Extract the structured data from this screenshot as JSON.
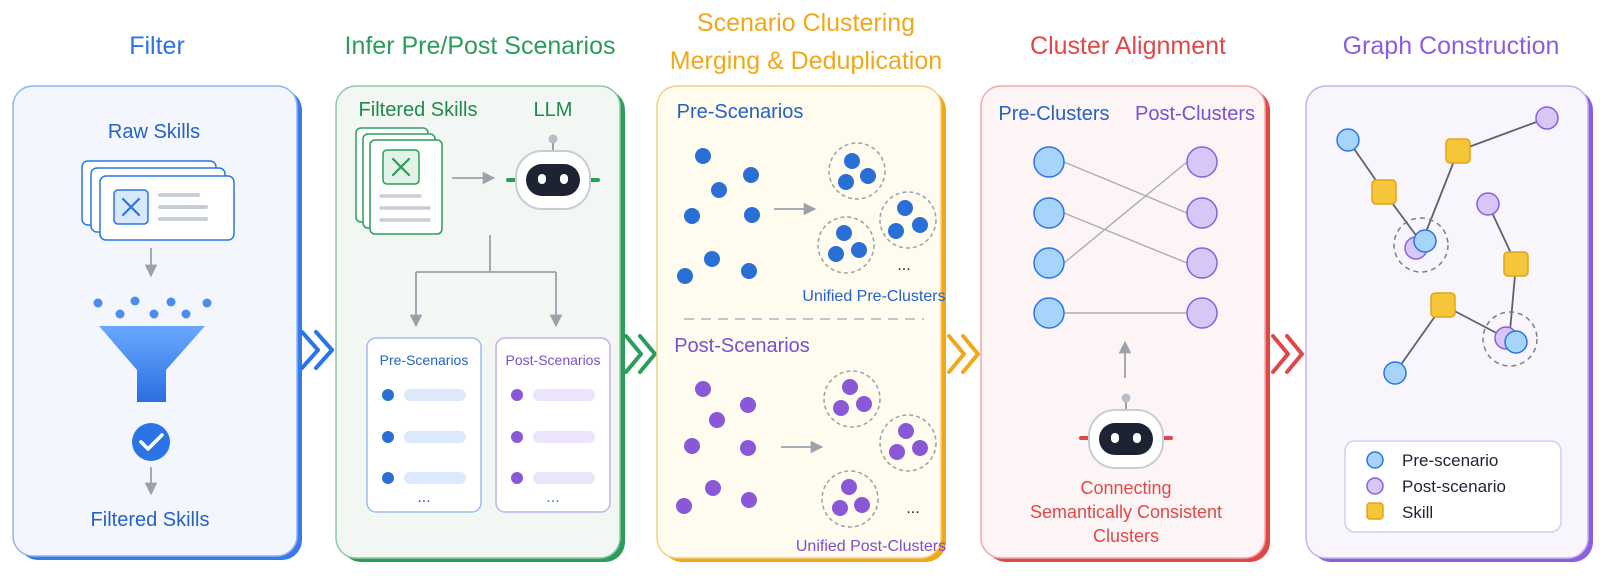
{
  "colors": {
    "blue": "#2a74e6",
    "green": "#2a9d5a",
    "orange": "#f0a818",
    "red": "#e04848",
    "purple": "#8a5ee0",
    "pre_dot": "#2a6fd6",
    "post_dot": "#8858d6",
    "skill_node": "#f5c53a"
  },
  "panels": {
    "filter": {
      "title": "Filter",
      "raw_skills": "Raw Skills",
      "filtered_skills": "Filtered Skills"
    },
    "infer": {
      "title": "Infer Pre/Post Scenarios",
      "filtered_skills": "Filtered Skills",
      "llm": "LLM",
      "pre_box_title": "Pre-Scenarios",
      "post_box_title": "Post-Scenarios",
      "ellipsis": "..."
    },
    "clustering": {
      "title_line1": "Scenario Clustering",
      "title_line2": "Merging & Deduplication",
      "pre_label": "Pre-Scenarios",
      "post_label": "Post-Scenarios",
      "unified_pre": "Unified Pre-Clusters",
      "unified_post": "Unified Post-Clusters",
      "ellipsis": "..."
    },
    "alignment": {
      "title": "Cluster Alignment",
      "pre_clusters": "Pre-Clusters",
      "post_clusters": "Post-Clusters",
      "caption_line1": "Connecting",
      "caption_line2": "Semantically Consistent",
      "caption_line3": "Clusters"
    },
    "graph": {
      "title": "Graph Construction",
      "legend": {
        "pre": "Pre-scenario",
        "post": "Post-scenario",
        "skill": "Skill"
      }
    }
  }
}
